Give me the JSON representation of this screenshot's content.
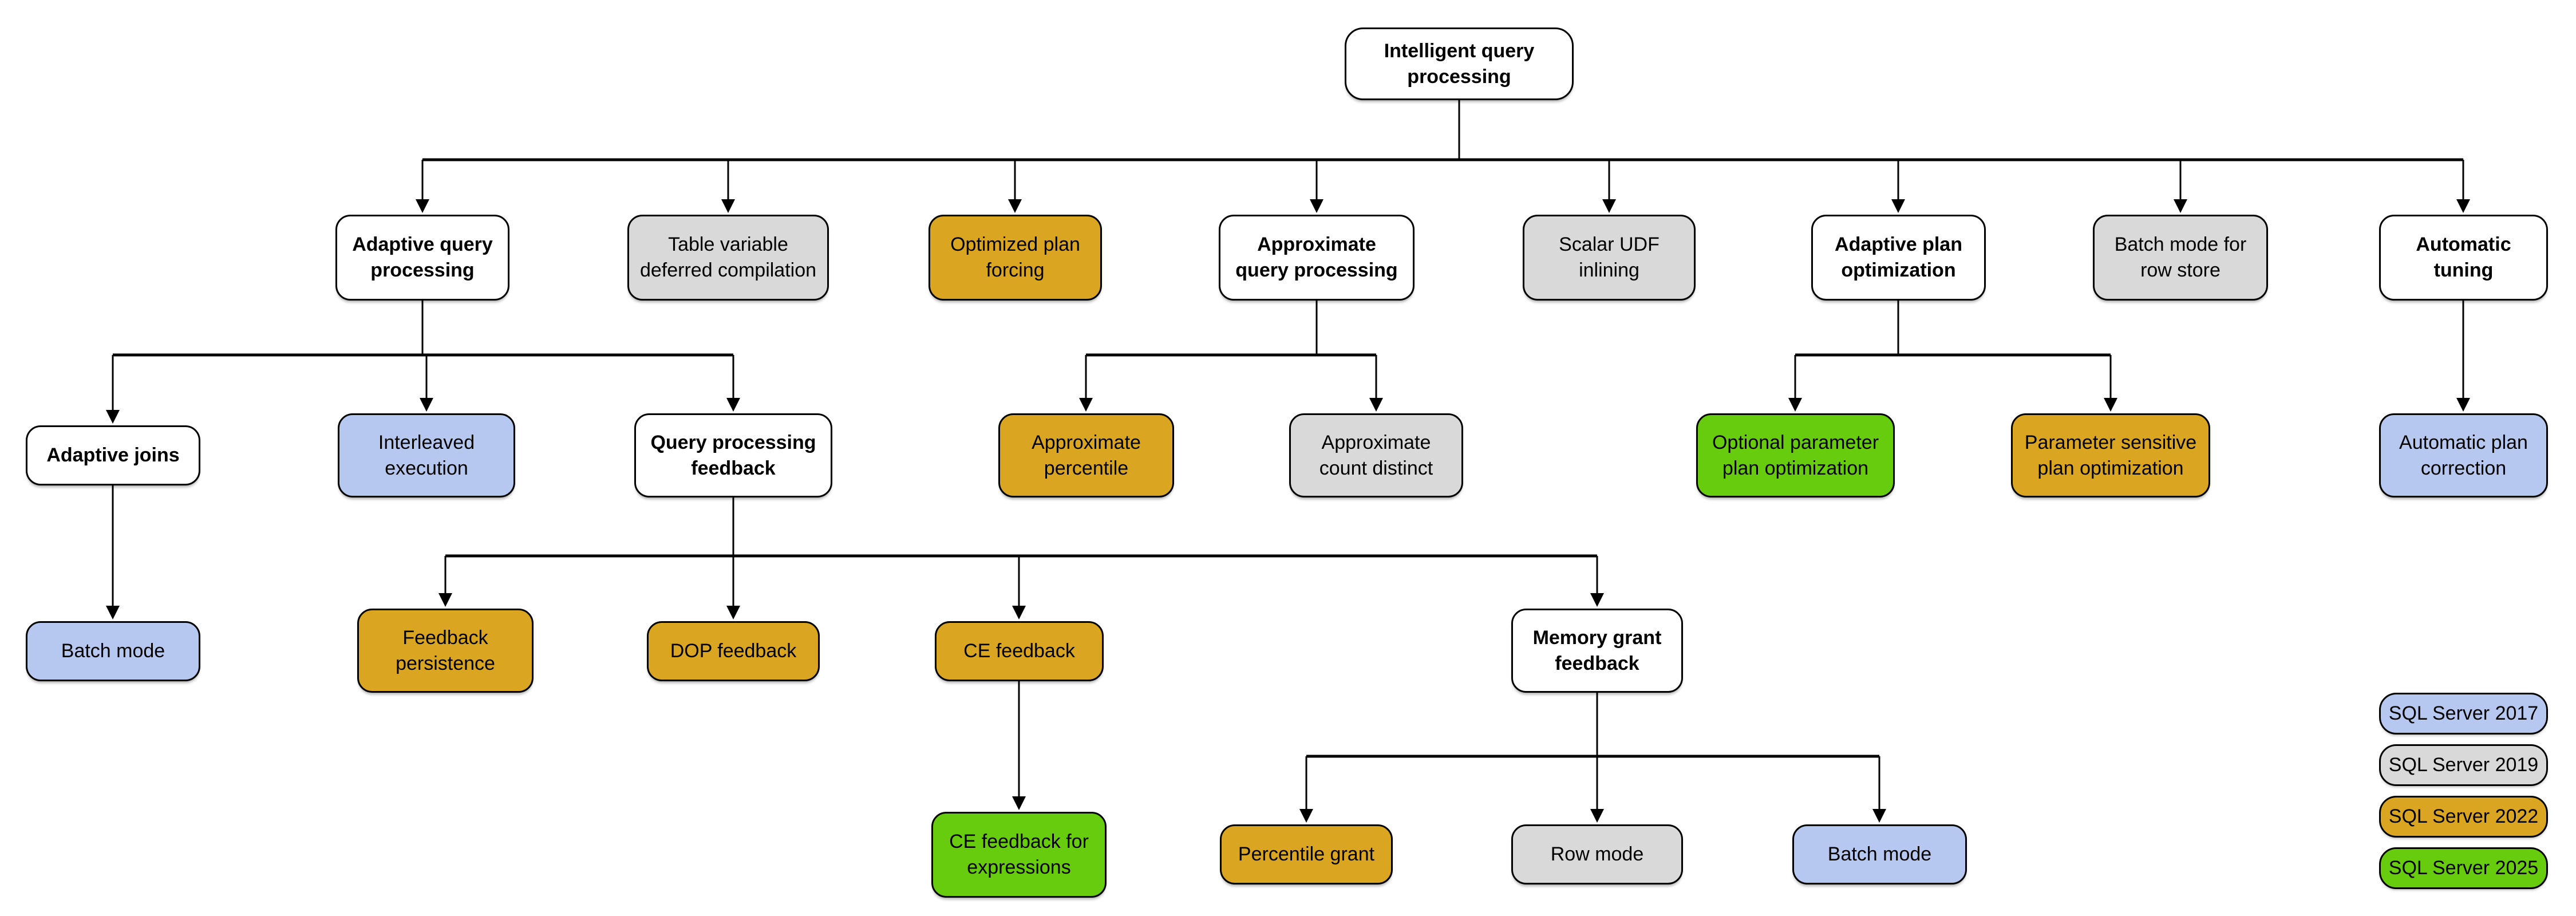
{
  "colors": {
    "group": "#FFFFFF",
    "sql2017": "#B7C8F0",
    "sql2019": "#D9D9D9",
    "sql2022": "#DAA521",
    "sql2025": "#66CC0D"
  },
  "nodes": {
    "root": {
      "label": "Intelligent query\nprocessing",
      "category": "group"
    },
    "aqp": {
      "label": "Adaptive query\nprocessing",
      "category": "group"
    },
    "tvdc": {
      "label": "Table variable\ndeferred compilation",
      "category": "sql2019"
    },
    "opf": {
      "label": "Optimized plan\nforcing",
      "category": "sql2022"
    },
    "appqp": {
      "label": "Approximate\nquery processing",
      "category": "group"
    },
    "sudf": {
      "label": "Scalar UDF\ninlining",
      "category": "sql2019"
    },
    "apo": {
      "label": "Adaptive plan\noptimization",
      "category": "group"
    },
    "bmrs": {
      "label": "Batch mode for\nrow store",
      "category": "sql2019"
    },
    "at": {
      "label": "Automatic\ntuning",
      "category": "group"
    },
    "aj": {
      "label": "Adaptive joins",
      "category": "group"
    },
    "ie": {
      "label": "Interleaved\nexecution",
      "category": "sql2017"
    },
    "qpf": {
      "label": "Query processing\nfeedback",
      "category": "group"
    },
    "ap": {
      "label": "Approximate\npercentile",
      "category": "sql2022"
    },
    "acd": {
      "label": "Approximate\ncount distinct",
      "category": "sql2019"
    },
    "oppo": {
      "label": "Optional parameter\nplan optimization",
      "category": "sql2025"
    },
    "pspo": {
      "label": "Parameter sensitive\nplan optimization",
      "category": "sql2022"
    },
    "apc": {
      "label": "Automatic plan\ncorrection",
      "category": "sql2017"
    },
    "bm1": {
      "label": "Batch mode",
      "category": "sql2017"
    },
    "fp": {
      "label": "Feedback\npersistence",
      "category": "sql2022"
    },
    "dop": {
      "label": "DOP feedback",
      "category": "sql2022"
    },
    "cef": {
      "label": "CE feedback",
      "category": "sql2022"
    },
    "mgf": {
      "label": "Memory grant\nfeedback",
      "category": "group"
    },
    "cefe": {
      "label": "CE feedback for\nexpressions",
      "category": "sql2025"
    },
    "pg": {
      "label": "Percentile grant",
      "category": "sql2022"
    },
    "rm": {
      "label": "Row mode",
      "category": "sql2019"
    },
    "bm2": {
      "label": "Batch mode",
      "category": "sql2017"
    }
  },
  "legend": {
    "items": [
      {
        "label": "SQL Server 2017",
        "category": "sql2017"
      },
      {
        "label": "SQL Server 2019",
        "category": "sql2019"
      },
      {
        "label": "SQL Server 2022",
        "category": "sql2022"
      },
      {
        "label": "SQL Server 2025",
        "category": "sql2025"
      }
    ]
  }
}
